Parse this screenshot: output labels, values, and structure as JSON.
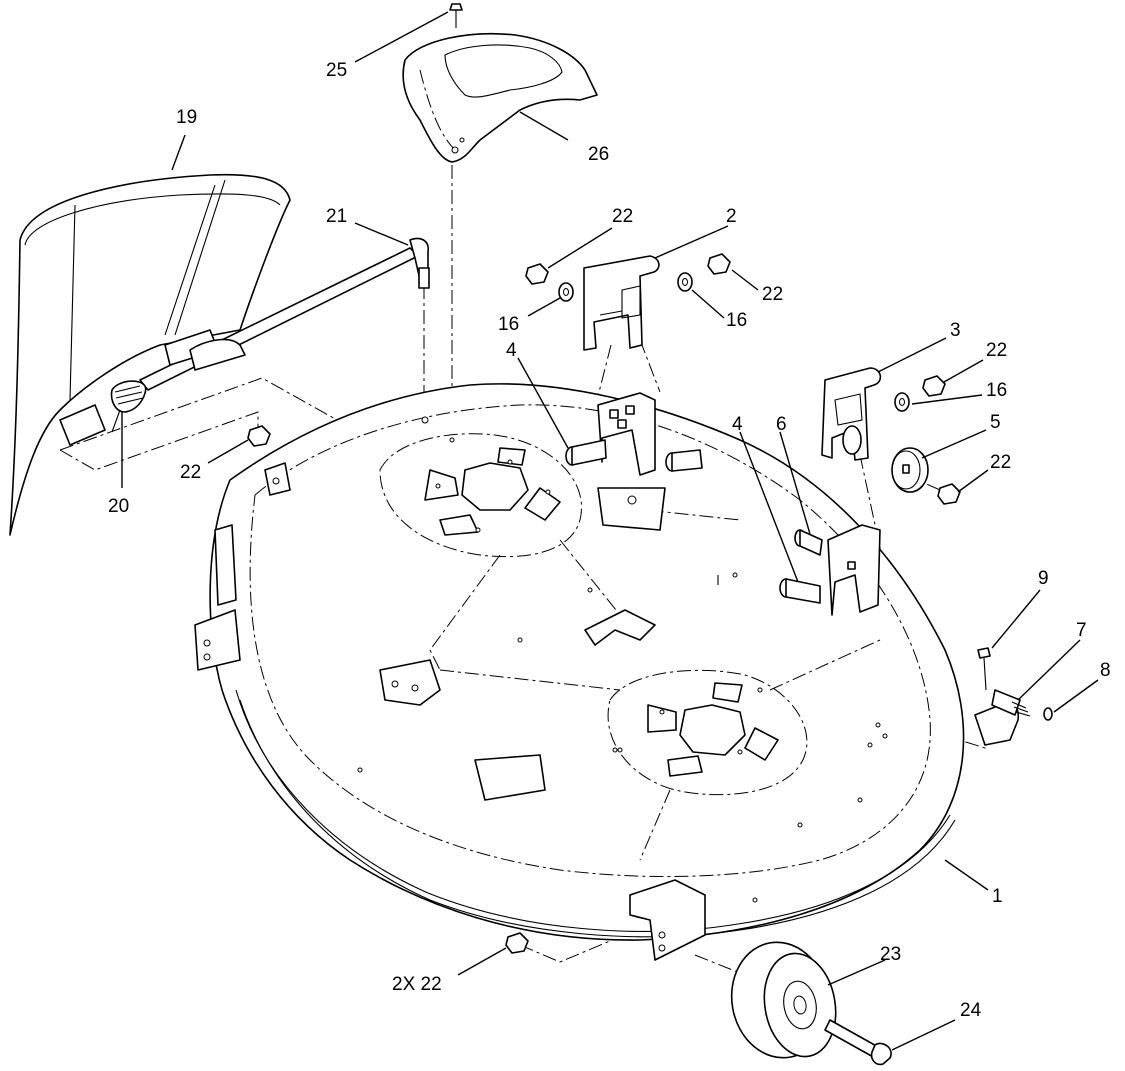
{
  "callouts": [
    {
      "id": "c25",
      "label": "25"
    },
    {
      "id": "c26",
      "label": "26"
    },
    {
      "id": "c19",
      "label": "19"
    },
    {
      "id": "c21",
      "label": "21"
    },
    {
      "id": "c22a",
      "label": "22"
    },
    {
      "id": "c2",
      "label": "2"
    },
    {
      "id": "c16a",
      "label": "16"
    },
    {
      "id": "c22b",
      "label": "22"
    },
    {
      "id": "c16b",
      "label": "16"
    },
    {
      "id": "c4a",
      "label": "4"
    },
    {
      "id": "c3",
      "label": "3"
    },
    {
      "id": "c22c",
      "label": "22"
    },
    {
      "id": "c16c",
      "label": "16"
    },
    {
      "id": "c4b",
      "label": "4"
    },
    {
      "id": "c6",
      "label": "6"
    },
    {
      "id": "c5",
      "label": "5"
    },
    {
      "id": "c22d",
      "label": "22"
    },
    {
      "id": "c22e",
      "label": "22"
    },
    {
      "id": "c20",
      "label": "20"
    },
    {
      "id": "c9",
      "label": "9"
    },
    {
      "id": "c7",
      "label": "7"
    },
    {
      "id": "c8",
      "label": "8"
    },
    {
      "id": "c1",
      "label": "1"
    },
    {
      "id": "c23",
      "label": "23"
    },
    {
      "id": "c22f",
      "label": "2X  22"
    },
    {
      "id": "c24",
      "label": "24"
    }
  ],
  "parts": {
    "deck": "mower-deck-housing",
    "deflector": "discharge-deflector",
    "cover": "belt-cover",
    "rod": "deflector-rod",
    "spring": "torsion-spring",
    "wheel": "anti-scalp-wheel",
    "brackets": [
      "height-bracket-front",
      "height-bracket-rear"
    ],
    "elbow": "grease-elbow"
  },
  "colors": {
    "line": "#000000",
    "background": "#ffffff"
  }
}
